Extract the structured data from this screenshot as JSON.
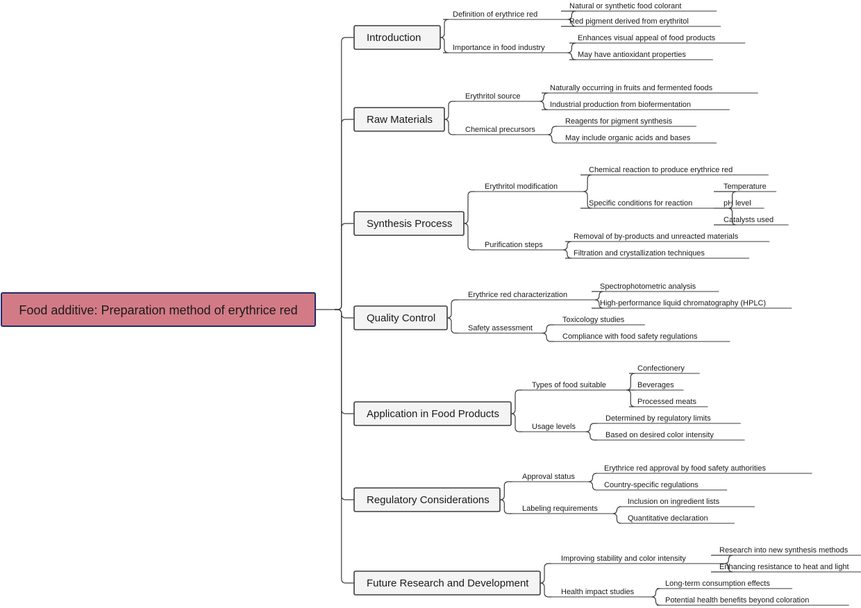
{
  "colors": {
    "root_fill": "#d27b86",
    "root_border": "#1f2a6b",
    "root_text": "#ffffff",
    "branch_fill": "#f4f4f4",
    "line": "#3a3a3a"
  },
  "root": {
    "label": "Food additive: Preparation method of erythrice red"
  },
  "branches": [
    {
      "label": "Introduction",
      "children": [
        {
          "label": "Definition of erythrice red",
          "children": [
            {
              "label": "Natural or synthetic food colorant"
            },
            {
              "label": "Red pigment derived from erythritol"
            }
          ]
        },
        {
          "label": "Importance in food industry",
          "children": [
            {
              "label": "Enhances visual appeal of food products"
            },
            {
              "label": "May have antioxidant properties"
            }
          ]
        }
      ]
    },
    {
      "label": "Raw Materials",
      "children": [
        {
          "label": "Erythritol source",
          "children": [
            {
              "label": "Naturally occurring in fruits and fermented foods"
            },
            {
              "label": "Industrial production from biofermentation"
            }
          ]
        },
        {
          "label": "Chemical precursors",
          "children": [
            {
              "label": "Reagents for pigment synthesis"
            },
            {
              "label": "May include organic acids and bases"
            }
          ]
        }
      ]
    },
    {
      "label": "Synthesis Process",
      "children": [
        {
          "label": "Erythritol modification",
          "children": [
            {
              "label": "Chemical reaction to produce erythrice red"
            },
            {
              "label": "Specific conditions for reaction",
              "children": [
                {
                  "label": "Temperature"
                },
                {
                  "label": "pH level"
                },
                {
                  "label": "Catalysts used"
                }
              ]
            }
          ]
        },
        {
          "label": "Purification steps",
          "children": [
            {
              "label": "Removal of by-products and unreacted materials"
            },
            {
              "label": "Filtration and crystallization techniques"
            }
          ]
        }
      ]
    },
    {
      "label": "Quality Control",
      "children": [
        {
          "label": "Erythrice red characterization",
          "children": [
            {
              "label": "Spectrophotometric analysis"
            },
            {
              "label": "High-performance liquid chromatography (HPLC)"
            }
          ]
        },
        {
          "label": "Safety assessment",
          "children": [
            {
              "label": "Toxicology studies"
            },
            {
              "label": "Compliance with food safety regulations"
            }
          ]
        }
      ]
    },
    {
      "label": "Application in Food Products",
      "children": [
        {
          "label": "Types of food suitable",
          "children": [
            {
              "label": "Confectionery"
            },
            {
              "label": "Beverages"
            },
            {
              "label": "Processed meats"
            }
          ]
        },
        {
          "label": "Usage levels",
          "children": [
            {
              "label": "Determined by regulatory limits"
            },
            {
              "label": "Based on desired color intensity"
            }
          ]
        }
      ]
    },
    {
      "label": "Regulatory Considerations",
      "children": [
        {
          "label": "Approval status",
          "children": [
            {
              "label": "Erythrice red approval by food safety authorities"
            },
            {
              "label": "Country-specific regulations"
            }
          ]
        },
        {
          "label": "Labeling requirements",
          "children": [
            {
              "label": "Inclusion on ingredient lists"
            },
            {
              "label": "Quantitative declaration"
            }
          ]
        }
      ]
    },
    {
      "label": "Future Research and Development",
      "children": [
        {
          "label": "Improving stability and color intensity",
          "children": [
            {
              "label": "Research into new synthesis methods"
            },
            {
              "label": "Enhancing resistance to heat and light"
            }
          ]
        },
        {
          "label": "Health impact studies",
          "children": [
            {
              "label": "Long-term consumption effects"
            },
            {
              "label": "Potential health benefits beyond coloration"
            }
          ]
        }
      ]
    }
  ]
}
